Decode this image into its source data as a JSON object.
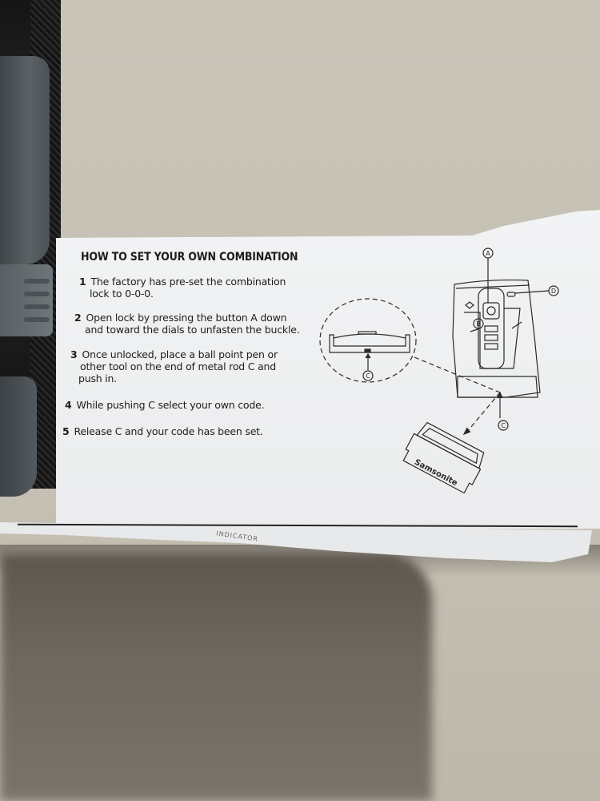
{
  "instructions": {
    "title": "HOW TO SET YOUR OWN COMBINATION",
    "steps": [
      {
        "num": "1",
        "line1": "The factory has pre-set the combination",
        "line2": "lock to 0-0-0."
      },
      {
        "num": "2",
        "line1": "Open lock by pressing the button A down",
        "line2": "and toward the dials to unfasten the buckle."
      },
      {
        "num": "3",
        "line1": "Once unlocked, place a ball point pen or",
        "line2": "other tool on the end of metal rod C and",
        "line3": "push in."
      },
      {
        "num": "4",
        "line1": "While pushing C select your own code."
      },
      {
        "num": "5",
        "line1": "Release C and your code has been set."
      }
    ]
  },
  "diagram": {
    "labels": {
      "a": "A",
      "b": "B",
      "c": "C",
      "d": "D"
    },
    "brand": "Samsonite"
  },
  "footer": {
    "partial_text": "INDICATOR"
  },
  "colors": {
    "paper": "#eeeff0",
    "background": "#c6c1b4",
    "ink": "#1d1d1d",
    "strap": "#1a1a1a"
  }
}
